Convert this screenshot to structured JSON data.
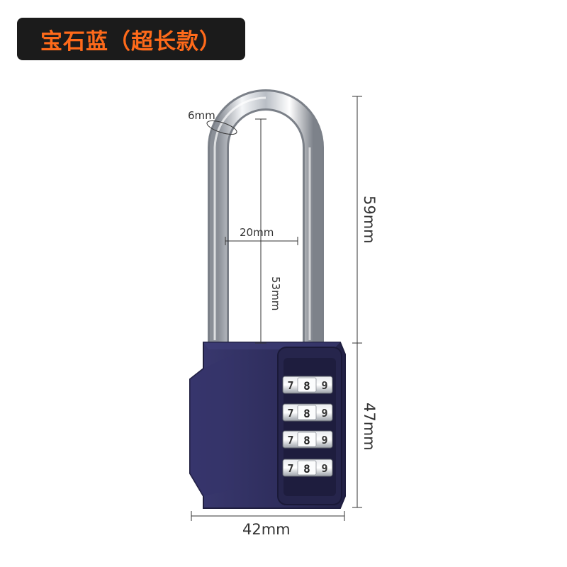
{
  "product": {
    "variant_title": "宝石蓝（超长款）",
    "body_color": "#2e2d5c",
    "shackle_color": "#c9cdd3",
    "title_color": "#ff6a1a"
  },
  "dimensions": {
    "shackle_thickness": "6mm",
    "shackle_inner_width": "20mm",
    "shackle_inner_height": "53mm",
    "shackle_total_height": "59mm",
    "body_height": "47mm",
    "body_width": "42mm"
  },
  "dials": [
    {
      "digits": [
        "7",
        "8",
        "9"
      ]
    },
    {
      "digits": [
        "7",
        "8",
        "9"
      ]
    },
    {
      "digits": [
        "7",
        "8",
        "9"
      ]
    },
    {
      "digits": [
        "7",
        "8",
        "9"
      ]
    }
  ]
}
